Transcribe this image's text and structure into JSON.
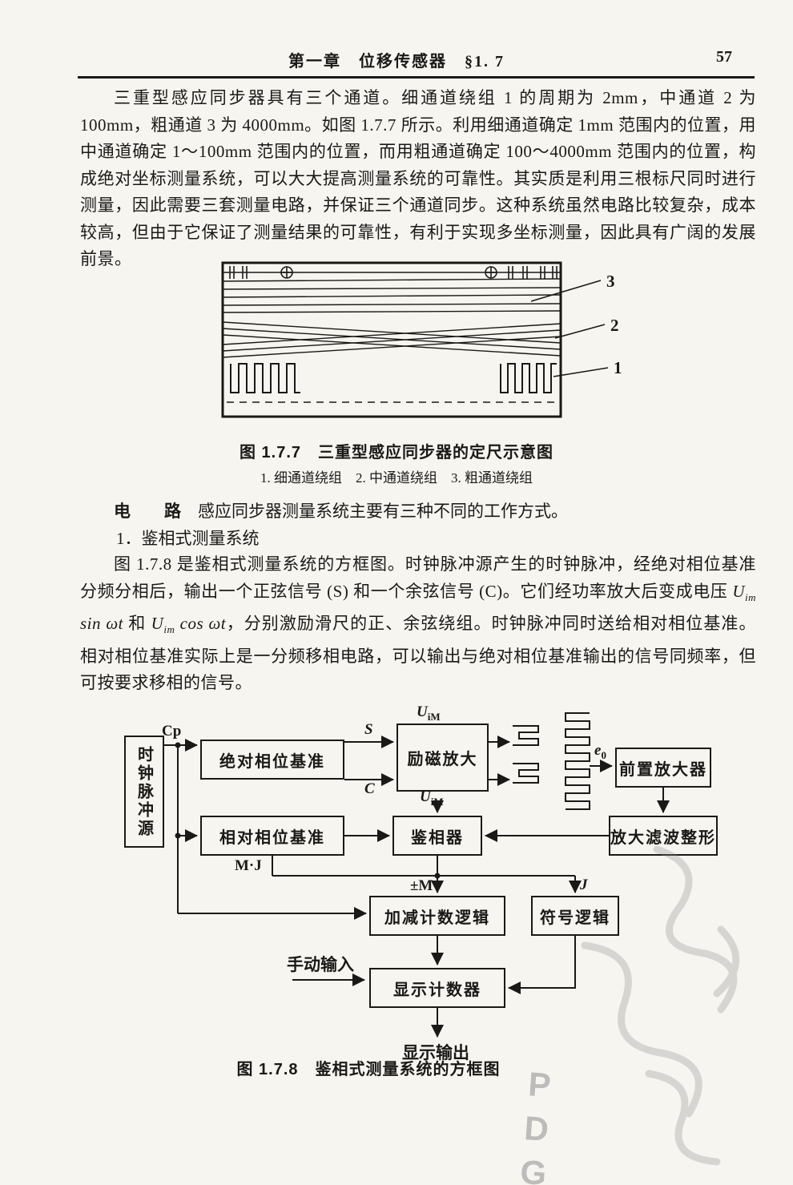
{
  "header": {
    "title": "第一章　位移传感器　§1. 7",
    "page_number": "57"
  },
  "para1": "三重型感应同步器具有三个通道。细通道绕组 1 的周期为 2mm，中通道 2 为 100mm，粗通道 3 为 4000mm。如图 1.7.7 所示。利用细通道确定 1mm 范围内的位置，用中通道确定 1～100mm 范围内的位置，而用粗通道确定 100～4000mm 范围内的位置，构成绝对坐标测量系统，可以大大提高测量系统的可靠性。其实质是利用三根标尺同时进行测量，因此需要三套测量电路，并保证三个通道同步。这种系统虽然电路比较复杂，成本较高，但由于它保证了测量结果的可靠性，有利于实现多坐标测量，因此具有广阔的发展前景。",
  "fig177": {
    "label3": "3",
    "label2": "2",
    "label1": "1",
    "caption": "图 1.7.7　三重型感应同步器的定尺示意图",
    "legend": "1. 细通道绕组　2. 中通道绕组　3. 粗通道绕组"
  },
  "section": {
    "heading": "电　　路",
    "intro": "　感应同步器测量系统主要有三种不同的工作方式。",
    "item": "1．鉴相式测量系统"
  },
  "para2": {
    "part1": "图 1.7.8 是鉴相式测量系统的方框图。时钟脉冲源产生的时钟脉冲，经绝对相位基准分频分相后，输出一个正弦信号 (S) 和一个余弦信号 (C)。它们经功率放大后变成电压 ",
    "math1_base": "U",
    "math1_sub": "im",
    "math1_fn": " sin ωt ",
    "part2": "和 ",
    "math2_base": "U",
    "math2_sub": "im",
    "math2_fn": " cos ωt",
    "part3": "，分别激励滑尺的正、余弦绕组。时钟脉冲同时送给相对相位基准。相对相位基准实际上是一分频移相电路，可以输出与绝对相位基准输出的信号同频率，但可按要求移相的信号。"
  },
  "fig178": {
    "boxes": {
      "clock": "时钟脉冲源",
      "abs_phase": "绝对相位基准",
      "excite": "励磁放大",
      "preamp": "前置放大器",
      "rel_phase": "相对相位基准",
      "phase_detector": "鉴相器",
      "amp_filter": "放大滤波整形",
      "count_logic": "加减计数逻辑",
      "sign_logic": "符号逻辑",
      "display_counter": "显示计数器"
    },
    "labels": {
      "cp": "Cp",
      "s": "S",
      "c": "C",
      "uim_base": "U",
      "uim_sub": "iM",
      "e_base": "e",
      "e_sub": "0",
      "mj": "M·J",
      "pm": "±M",
      "j": "J",
      "manual_input": "手动输入",
      "display_output": "显示输出"
    },
    "caption": "图 1.7.8　鉴相式测量系统的方框图"
  },
  "watermark": "PDG"
}
